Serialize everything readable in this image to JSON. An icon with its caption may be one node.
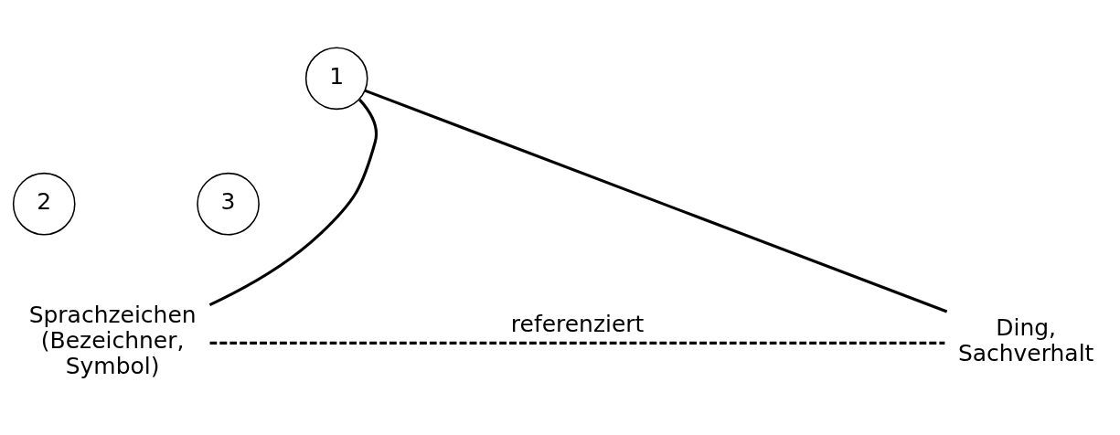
{
  "diagram": {
    "nodes": [
      {
        "text": [
          "1"
        ]
      },
      {
        "text": [
          "2"
        ]
      },
      {
        "text": [
          "3"
        ]
      },
      {
        "text": [
          "Sprachzeichen (Bezeichner, Symbol)"
        ]
      },
      {
        "text": [
          "Ding, Sachverhalt"
        ]
      }
    ],
    "edges": [
      {
        "from": 0,
        "to": 3,
        "arrow": "none"
      },
      {
        "from": 0,
        "to": 4,
        "arrow": "none"
      },
      {
        "from": 3,
        "to": 4,
        "arrow": "none",
        "label": "referenziert",
        "style": "dashed"
      }
    ]
  }
}
